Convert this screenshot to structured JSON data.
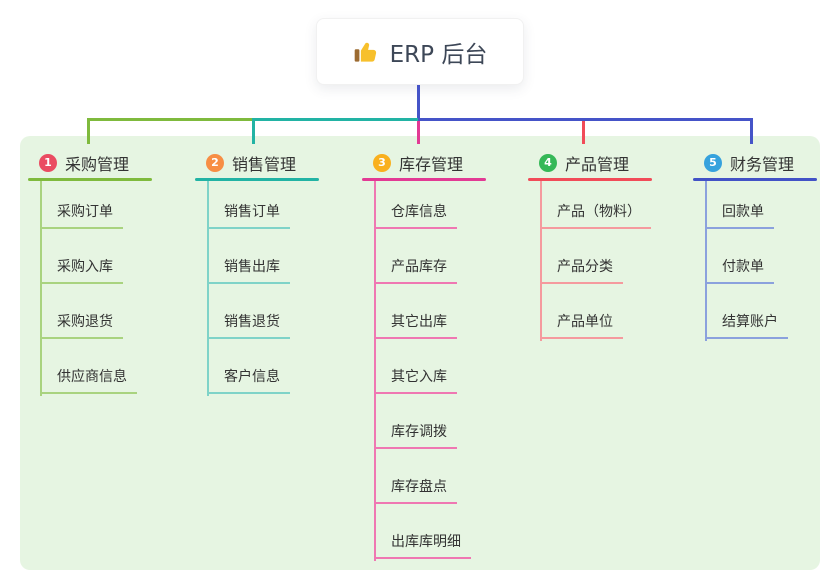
{
  "root": {
    "title": "ERP 后台",
    "icon": "thumbs-up-icon"
  },
  "canvas": {
    "background": "#ffffff",
    "panel_background": "#e6f5e2",
    "root_connector_color": "#4554c8",
    "title_color": "#3d4757",
    "text_color": "#333333"
  },
  "branches": [
    {
      "num": "1",
      "label": "采购管理",
      "circle_color": "#ea4c62",
      "line_color": "#7fba3d",
      "child_line_color": "#a9d37f",
      "children": [
        "采购订单",
        "采购入库",
        "采购退货",
        "供应商信息"
      ]
    },
    {
      "num": "2",
      "label": "销售管理",
      "circle_color": "#f78e44",
      "line_color": "#22b3a4",
      "child_line_color": "#7fd3c8",
      "children": [
        "销售订单",
        "销售出库",
        "销售退货",
        "客户信息"
      ]
    },
    {
      "num": "3",
      "label": "库存管理",
      "circle_color": "#f9b01e",
      "line_color": "#e23a94",
      "child_line_color": "#ef77b2",
      "children": [
        "仓库信息",
        "产品库存",
        "其它出库",
        "其它入库",
        "库存调拨",
        "库存盘点",
        "出库库明细"
      ]
    },
    {
      "num": "4",
      "label": "产品管理",
      "circle_color": "#35b857",
      "line_color": "#f14b58",
      "child_line_color": "#f59a9e",
      "children": [
        "产品（物料）",
        "产品分类",
        "产品单位"
      ]
    },
    {
      "num": "5",
      "label": "财务管理",
      "circle_color": "#36a2dd",
      "line_color": "#4252c6",
      "child_line_color": "#8ba1dd",
      "children": [
        "回款单",
        "付款单",
        "结算账户"
      ]
    }
  ]
}
